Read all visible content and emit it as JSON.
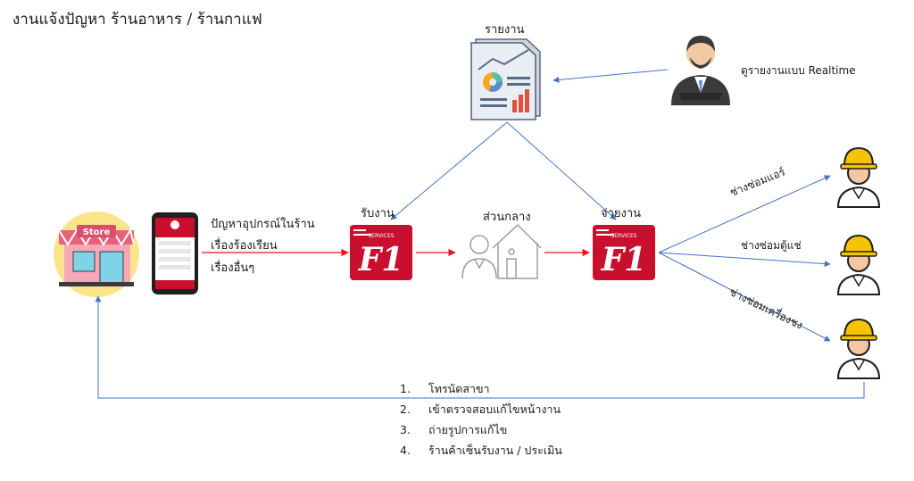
{
  "title": "งานแจ้งปัญหา ร้านอาหาร / ร้านกาแฟ",
  "nodes": {
    "report": "รายงาน",
    "executive_view": "ดูรายงานแบบ Realtime",
    "store_sign": "Store",
    "receive": "รับงาน",
    "central": "ส่วนกลาง",
    "dispatch": "จ่ายงาน",
    "f1_text": "F1",
    "f1_sub": "SERVICES"
  },
  "issues": [
    "ปัญหาอุปกรณ์ในร้าน",
    "เรื่องร้องเรียน",
    "เรื่องอื่นๆ"
  ],
  "technicians": [
    "ช่างซ่อมแอร์",
    "ช่างซ่อมตู้แช่",
    "ช่างซ่อมเครื่องชง"
  ],
  "steps": [
    {
      "num": "1.",
      "text": "โทรนัดสาขา"
    },
    {
      "num": "2.",
      "text": "เข้าตรวจสอบแก้ไขหน้างาน"
    },
    {
      "num": "3.",
      "text": "ถ่ายรูปการแก้ไข"
    },
    {
      "num": "4.",
      "text": "ร้านค้าเซ็นรับงาน / ประเมิน"
    }
  ],
  "colors": {
    "flow_red": "#e8141b",
    "flow_blue": "#4472c4",
    "f1_red": "#c8102e",
    "helmet": "#f5c400",
    "store_pink": "#e8607a"
  },
  "icons": [
    "store-icon",
    "phone-app-icon",
    "report-document-icon",
    "executive-icon",
    "f1-logo-icon",
    "central-office-icon",
    "technician-icon"
  ]
}
